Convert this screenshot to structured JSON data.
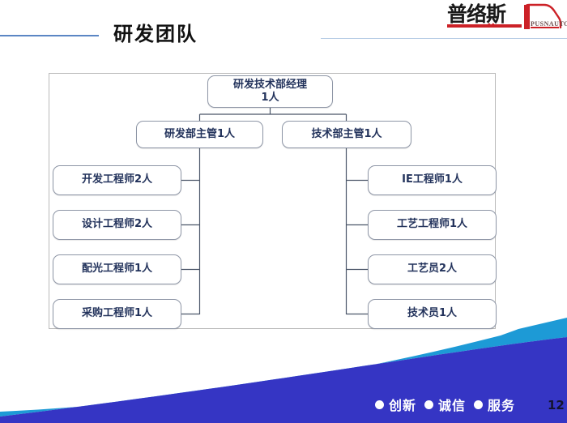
{
  "slide": {
    "title": "研发团队",
    "page_number": "12",
    "accent_blue": "#5b86c4",
    "wave_light": "#1d9ad6",
    "wave_dark": "#3535c4",
    "node_text_color": "#23335c"
  },
  "logo": {
    "name_cn": "普络斯",
    "name_latin": "PUSNAUTO",
    "dots": "••",
    "red": "#cc2127",
    "icon": "truck-icon"
  },
  "org_chart": {
    "root": {
      "line1": "研发技术部经理",
      "line2": "1人"
    },
    "mid": [
      {
        "label": "研发部主管1人"
      },
      {
        "label": "技术部主管1人"
      }
    ],
    "left_branch": [
      {
        "label": "开发工程师2人"
      },
      {
        "label": "设计工程师2人"
      },
      {
        "label": "配光工程师1人"
      },
      {
        "label": "采购工程师1人"
      }
    ],
    "right_branch": [
      {
        "label": "IE工程师1人"
      },
      {
        "label": "工艺工程师1人"
      },
      {
        "label": "工艺员2人"
      },
      {
        "label": "技术员1人"
      }
    ]
  },
  "footer": {
    "items": [
      {
        "bullet": "dot-icon",
        "word": "创新"
      },
      {
        "bullet": "dot-icon",
        "word": "诚信"
      },
      {
        "bullet": "dot-icon",
        "word": "服务"
      }
    ]
  }
}
